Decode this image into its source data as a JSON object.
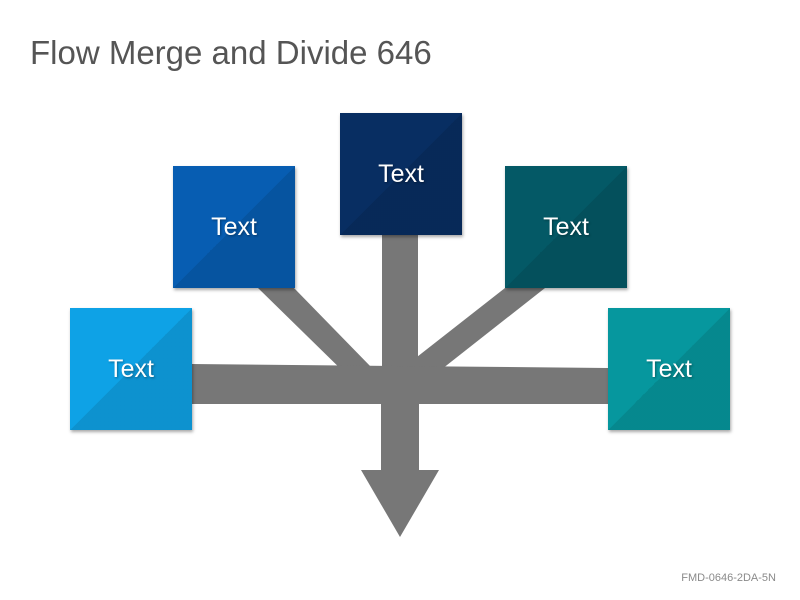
{
  "title": "Flow Merge and Divide 646",
  "footer_code": "FMD-0646-2DA-5N",
  "arrow_color": "#777777",
  "boxes": [
    {
      "label": "Text",
      "color": "#0ea2e6"
    },
    {
      "label": "Text",
      "color": "#075db2"
    },
    {
      "label": "Text",
      "color": "#082e62"
    },
    {
      "label": "Text",
      "color": "#045966"
    },
    {
      "label": "Text",
      "color": "#06979e"
    }
  ]
}
